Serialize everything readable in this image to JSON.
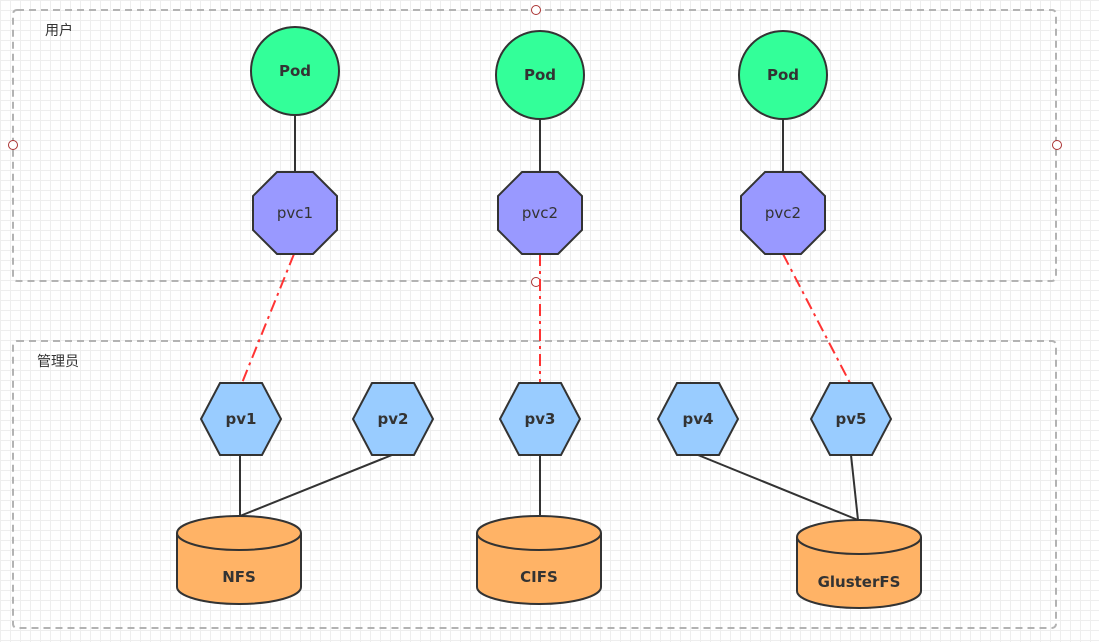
{
  "groups": {
    "user": {
      "label": "用户"
    },
    "admin": {
      "label": "管理员"
    }
  },
  "pods": [
    {
      "label": "Pod"
    },
    {
      "label": "Pod"
    },
    {
      "label": "Pod"
    }
  ],
  "pvcs": [
    {
      "label": "pvc1"
    },
    {
      "label": "pvc2"
    },
    {
      "label": "pvc2"
    }
  ],
  "pvs": [
    {
      "label": "pv1"
    },
    {
      "label": "pv2"
    },
    {
      "label": "pv3"
    },
    {
      "label": "pv4"
    },
    {
      "label": "pv5"
    }
  ],
  "storages": [
    {
      "label": "NFS"
    },
    {
      "label": "CIFS"
    },
    {
      "label": "GlusterFS"
    }
  ],
  "colors": {
    "pod": "#33ff99",
    "pvc": "#9999ff",
    "pv": "#99ccff",
    "storage": "#ffb366",
    "stroke": "#333333",
    "binding": "#ff3333",
    "group_border": "#b3b3b3"
  }
}
